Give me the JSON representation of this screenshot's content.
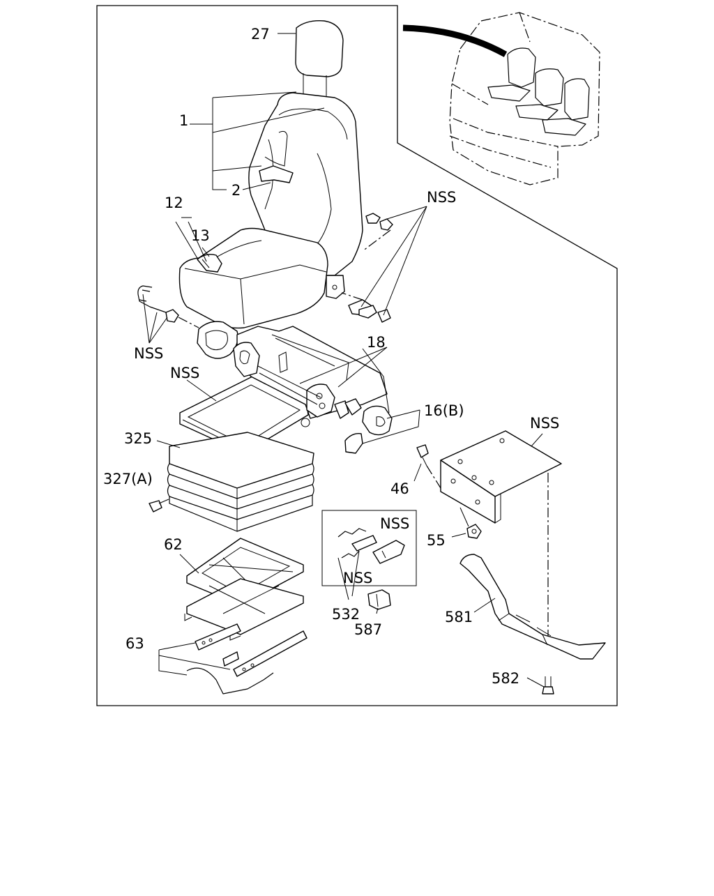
{
  "diagram": {
    "labels": {
      "l27": "27",
      "l1": "1",
      "l2": "2",
      "l12": "12",
      "l13": "13",
      "nss_right": "NSS",
      "nss_left": "NSS",
      "nss_frame": "NSS",
      "l18": "18",
      "l16b": "16(B)",
      "nss_bracket": "NSS",
      "l325": "325",
      "l327a": "327(A)",
      "l46": "46",
      "l55": "55",
      "nss_box_top": "NSS",
      "nss_box_bottom": "NSS",
      "l62": "62",
      "l532": "532",
      "l587": "587",
      "l581": "581",
      "l63": "63",
      "l582": "582"
    }
  }
}
